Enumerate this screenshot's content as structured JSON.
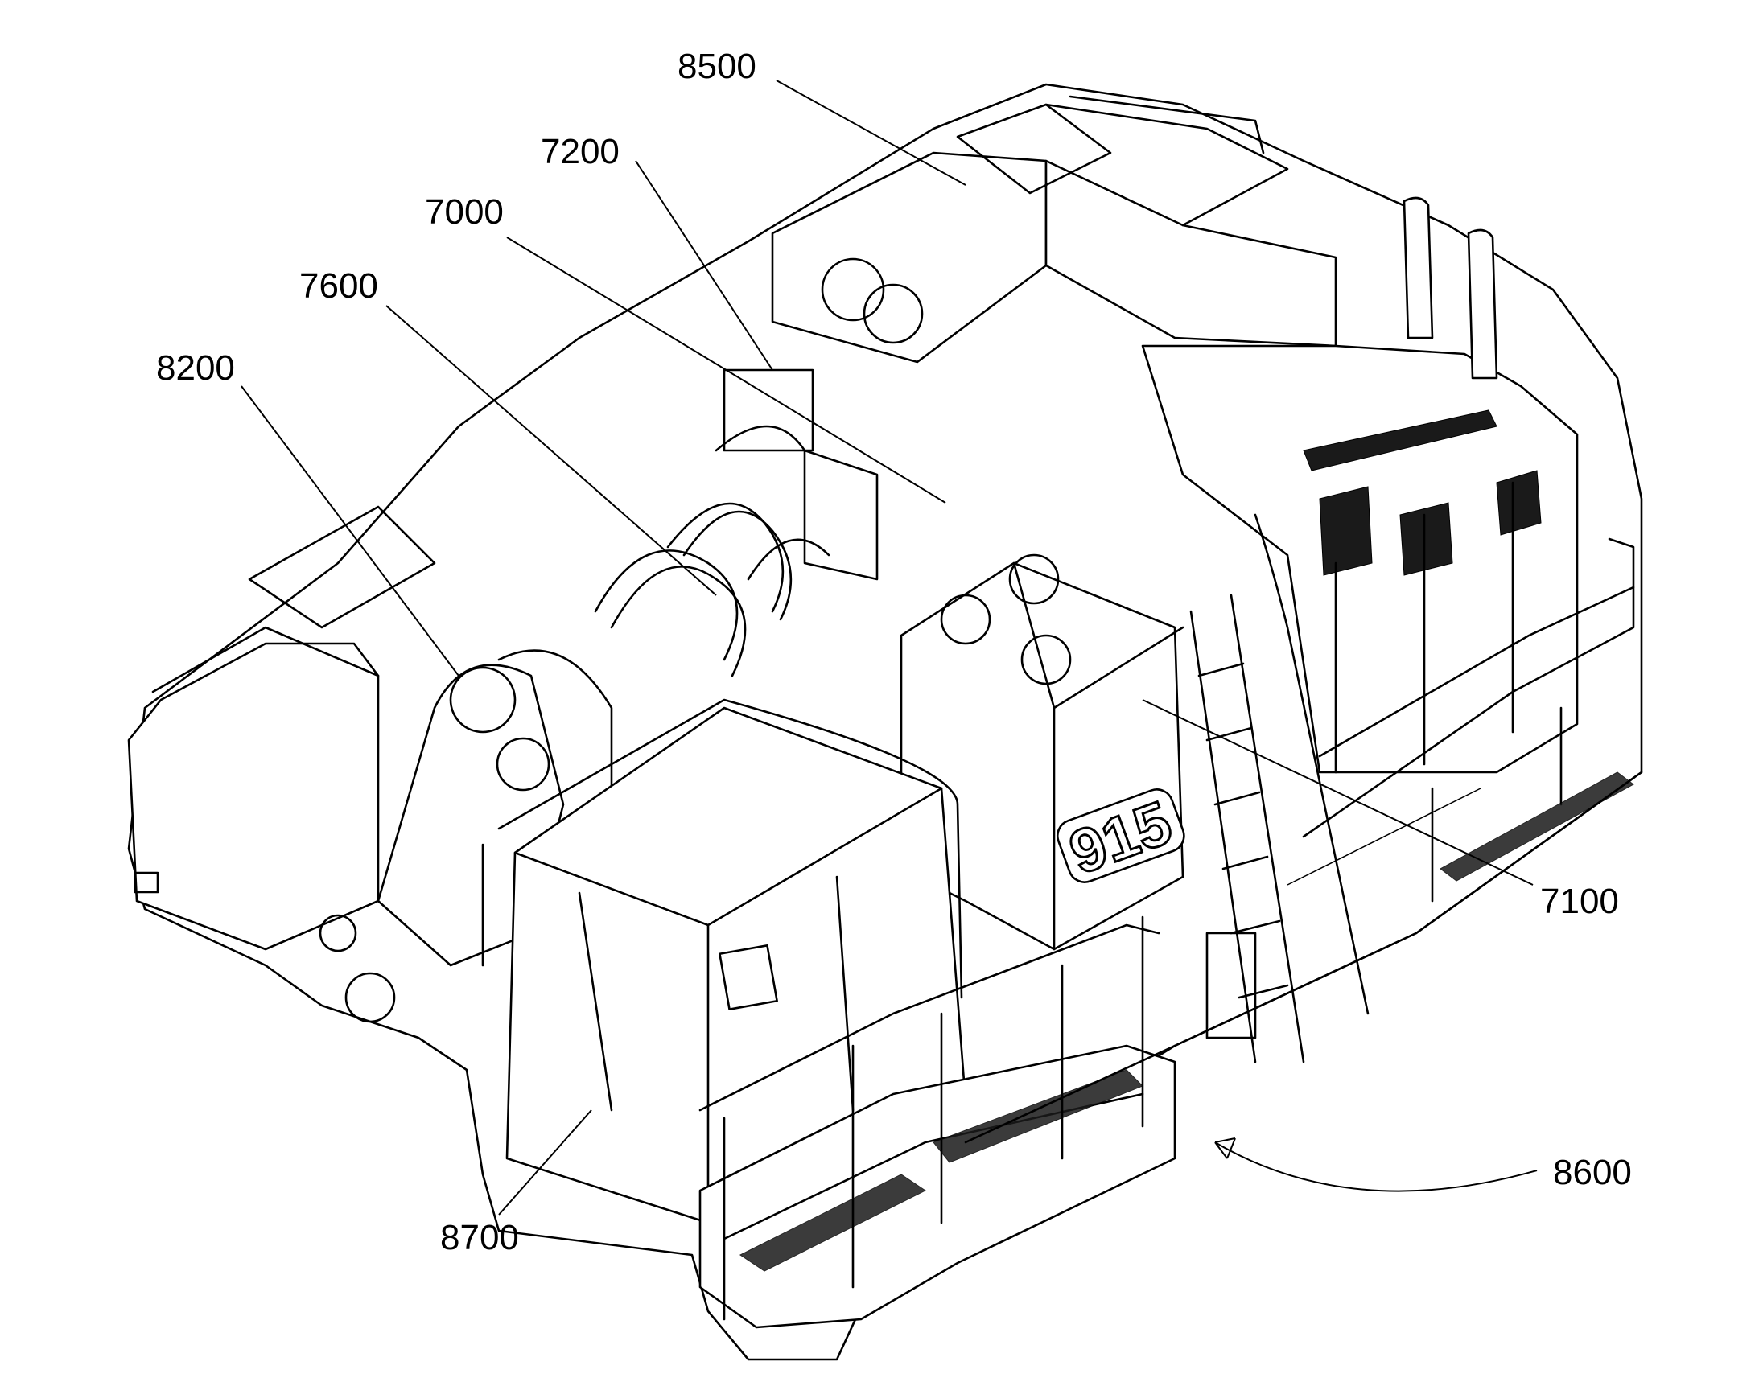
{
  "figure": {
    "reference_numerals": [
      {
        "id": "8500",
        "text": "8500"
      },
      {
        "id": "7200",
        "text": "7200"
      },
      {
        "id": "7000",
        "text": "7000"
      },
      {
        "id": "7600",
        "text": "7600"
      },
      {
        "id": "8200",
        "text": "8200"
      },
      {
        "id": "7100",
        "text": "7100"
      },
      {
        "id": "8600",
        "text": "8600"
      },
      {
        "id": "8700",
        "text": "8700"
      }
    ],
    "machine_badge_text": "915"
  }
}
